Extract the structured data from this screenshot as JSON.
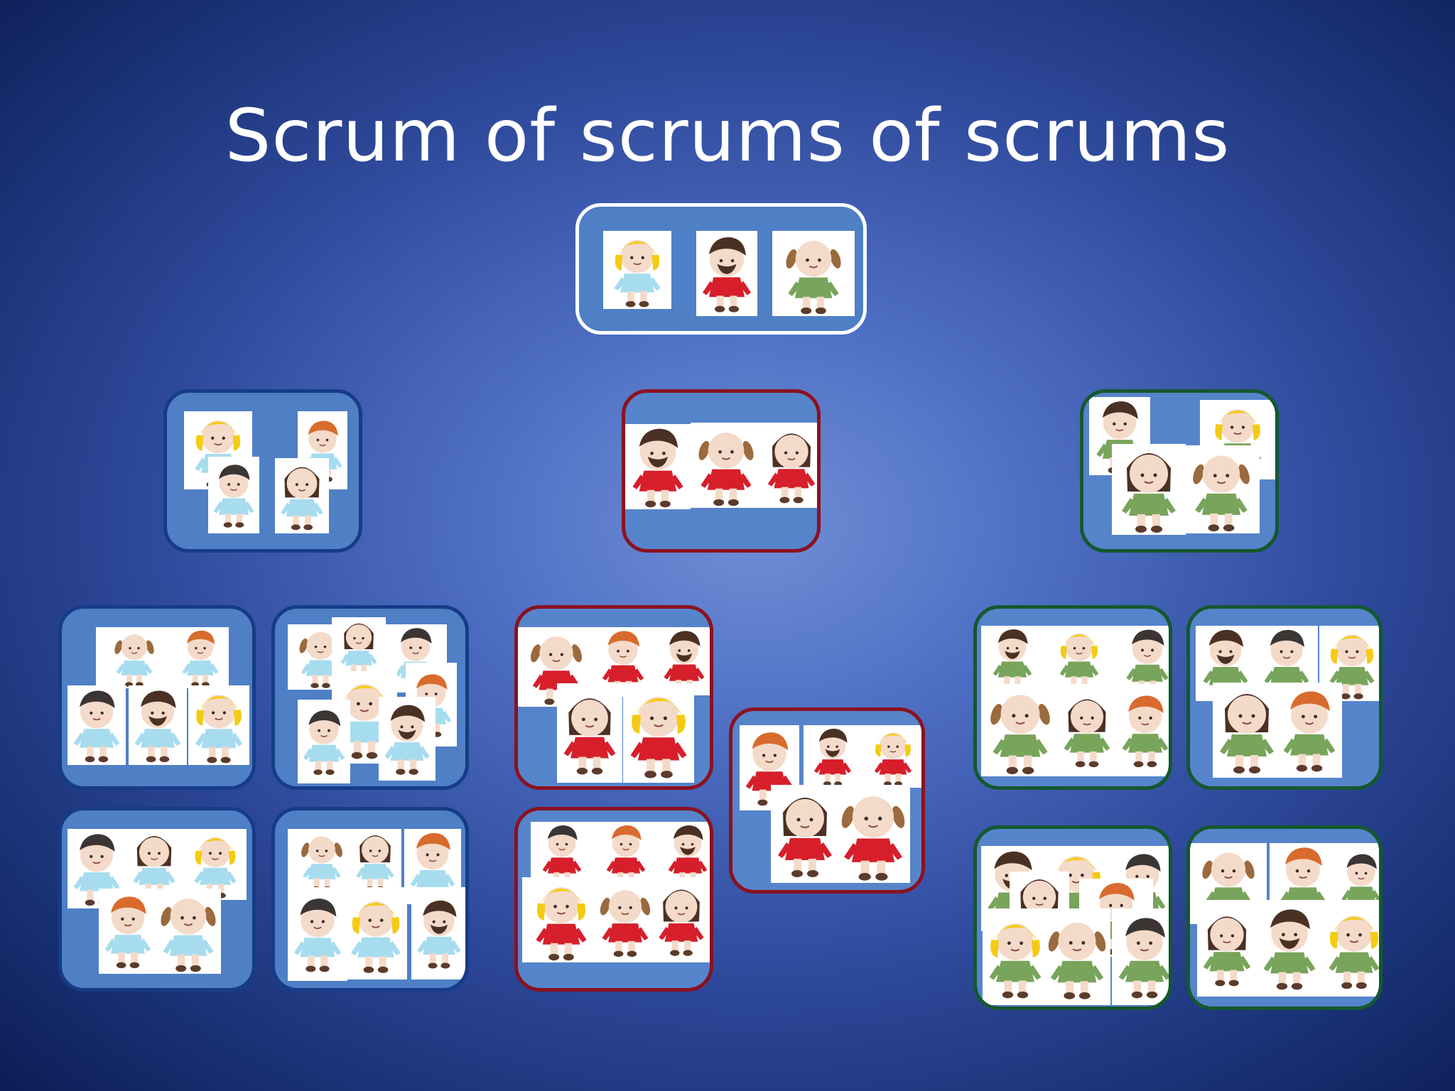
{
  "slide": {
    "title": "Scrum of scrums of scrums"
  },
  "icons": {
    "person": "child-person-icon"
  },
  "colors": {
    "background_center": "#6f8fd6",
    "background_edge": "#0d1d55",
    "title": "#ffffff",
    "blue_team_border": "#163c87",
    "red_team_border": "#8b1120",
    "green_team_border": "#14582e",
    "top_team_border": "#ffffff",
    "blue_shirt": "#a7dcef",
    "red_shirt": "#d61f2b",
    "green_shirt": "#78a45b"
  },
  "diagram": {
    "top_level_team": {
      "name": "scrum-of-scrums-of-scrums",
      "members": [
        {
          "hair": "blonde",
          "shirt": "blue"
        },
        {
          "hair": "brown",
          "shirt": "red"
        },
        {
          "hair": "brown-pigtails",
          "shirt": "green"
        }
      ]
    },
    "teams": [
      {
        "level": "mid",
        "color": "blue",
        "members": 4
      },
      {
        "level": "mid",
        "color": "red",
        "members": 3
      },
      {
        "level": "mid",
        "color": "green",
        "members": 4
      },
      {
        "level": "bottom",
        "color": "blue",
        "count": 4
      },
      {
        "level": "bottom",
        "color": "red",
        "count": 3
      },
      {
        "level": "bottom",
        "color": "green",
        "count": 4
      }
    ]
  }
}
